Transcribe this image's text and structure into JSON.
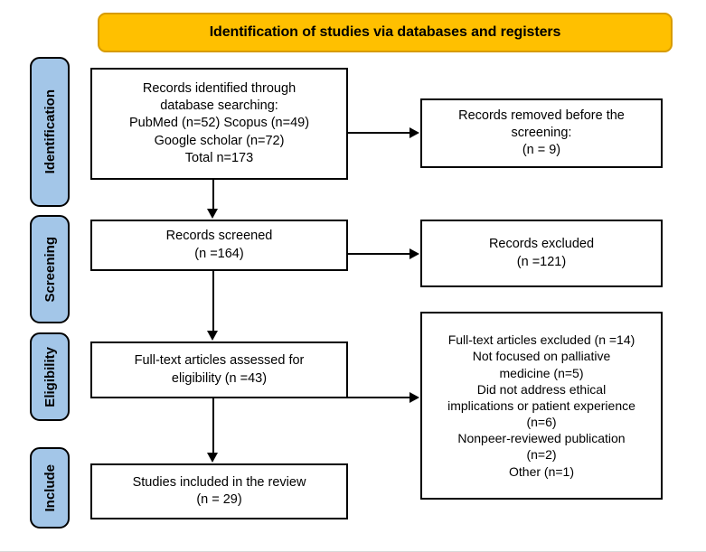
{
  "banner": {
    "title": "Identification of studies via databases and registers",
    "fill_color": "#FFC000",
    "border_color": "#D79B00"
  },
  "stages": [
    {
      "id": "identification",
      "label": "Identification"
    },
    {
      "id": "screening",
      "label": "Screening"
    },
    {
      "id": "eligibility",
      "label": "Eligibility"
    },
    {
      "id": "include",
      "label": "Include"
    }
  ],
  "stage_fill_color": "#A3C6E8",
  "boxes": {
    "records_identified": "Records identified through\ndatabase searching:\nPubMed (n=52) Scopus (n=49)\nGoogle scholar (n=72)\nTotal n=173",
    "records_removed": "Records removed before the\nscreening:\n(n = 9)",
    "records_screened": "Records screened\n(n =164)",
    "records_excluded": "Records excluded\n(n =121)",
    "fulltext_assessed": "Full-text articles assessed for\neligibility (n =43)",
    "fulltext_excluded": "Full-text articles excluded (n =14)\nNot focused on palliative\nmedicine (n=5)\nDid not address ethical\nimplications or patient experience\n(n=6)\nNonpeer-reviewed publication\n(n=2)\nOther (n=1)",
    "studies_included": "Studies included in the review\n(n = 29)"
  },
  "chart_data": {
    "type": "flowchart",
    "title": "Identification of studies via databases and registers",
    "nodes": [
      {
        "id": "records_identified",
        "stage": "Identification",
        "label": "Records identified through database searching",
        "sources": [
          {
            "name": "PubMed",
            "n": 52
          },
          {
            "name": "Scopus",
            "n": 49
          },
          {
            "name": "Google scholar",
            "n": 72
          }
        ],
        "total": 173
      },
      {
        "id": "records_removed",
        "stage": "Identification",
        "label": "Records removed before the screening",
        "n": 9
      },
      {
        "id": "records_screened",
        "stage": "Screening",
        "label": "Records screened",
        "n": 164
      },
      {
        "id": "records_excluded",
        "stage": "Screening",
        "label": "Records excluded",
        "n": 121
      },
      {
        "id": "fulltext_assessed",
        "stage": "Eligibility",
        "label": "Full-text articles assessed for eligibility",
        "n": 43
      },
      {
        "id": "fulltext_excluded",
        "stage": "Eligibility",
        "label": "Full-text articles excluded",
        "n": 14,
        "reasons": [
          {
            "reason": "Not focused on palliative medicine",
            "n": 5
          },
          {
            "reason": "Did not address ethical implications or patient experience",
            "n": 6
          },
          {
            "reason": "Nonpeer-reviewed publication",
            "n": 2
          },
          {
            "reason": "Other",
            "n": 1
          }
        ]
      },
      {
        "id": "studies_included",
        "stage": "Include",
        "label": "Studies included in the review",
        "n": 29
      }
    ],
    "edges": [
      {
        "from": "records_identified",
        "to": "records_removed",
        "direction": "right"
      },
      {
        "from": "records_identified",
        "to": "records_screened",
        "direction": "down"
      },
      {
        "from": "records_screened",
        "to": "records_excluded",
        "direction": "right"
      },
      {
        "from": "records_screened",
        "to": "fulltext_assessed",
        "direction": "down"
      },
      {
        "from": "fulltext_assessed",
        "to": "fulltext_excluded",
        "direction": "right"
      },
      {
        "from": "fulltext_assessed",
        "to": "studies_included",
        "direction": "down"
      }
    ]
  }
}
